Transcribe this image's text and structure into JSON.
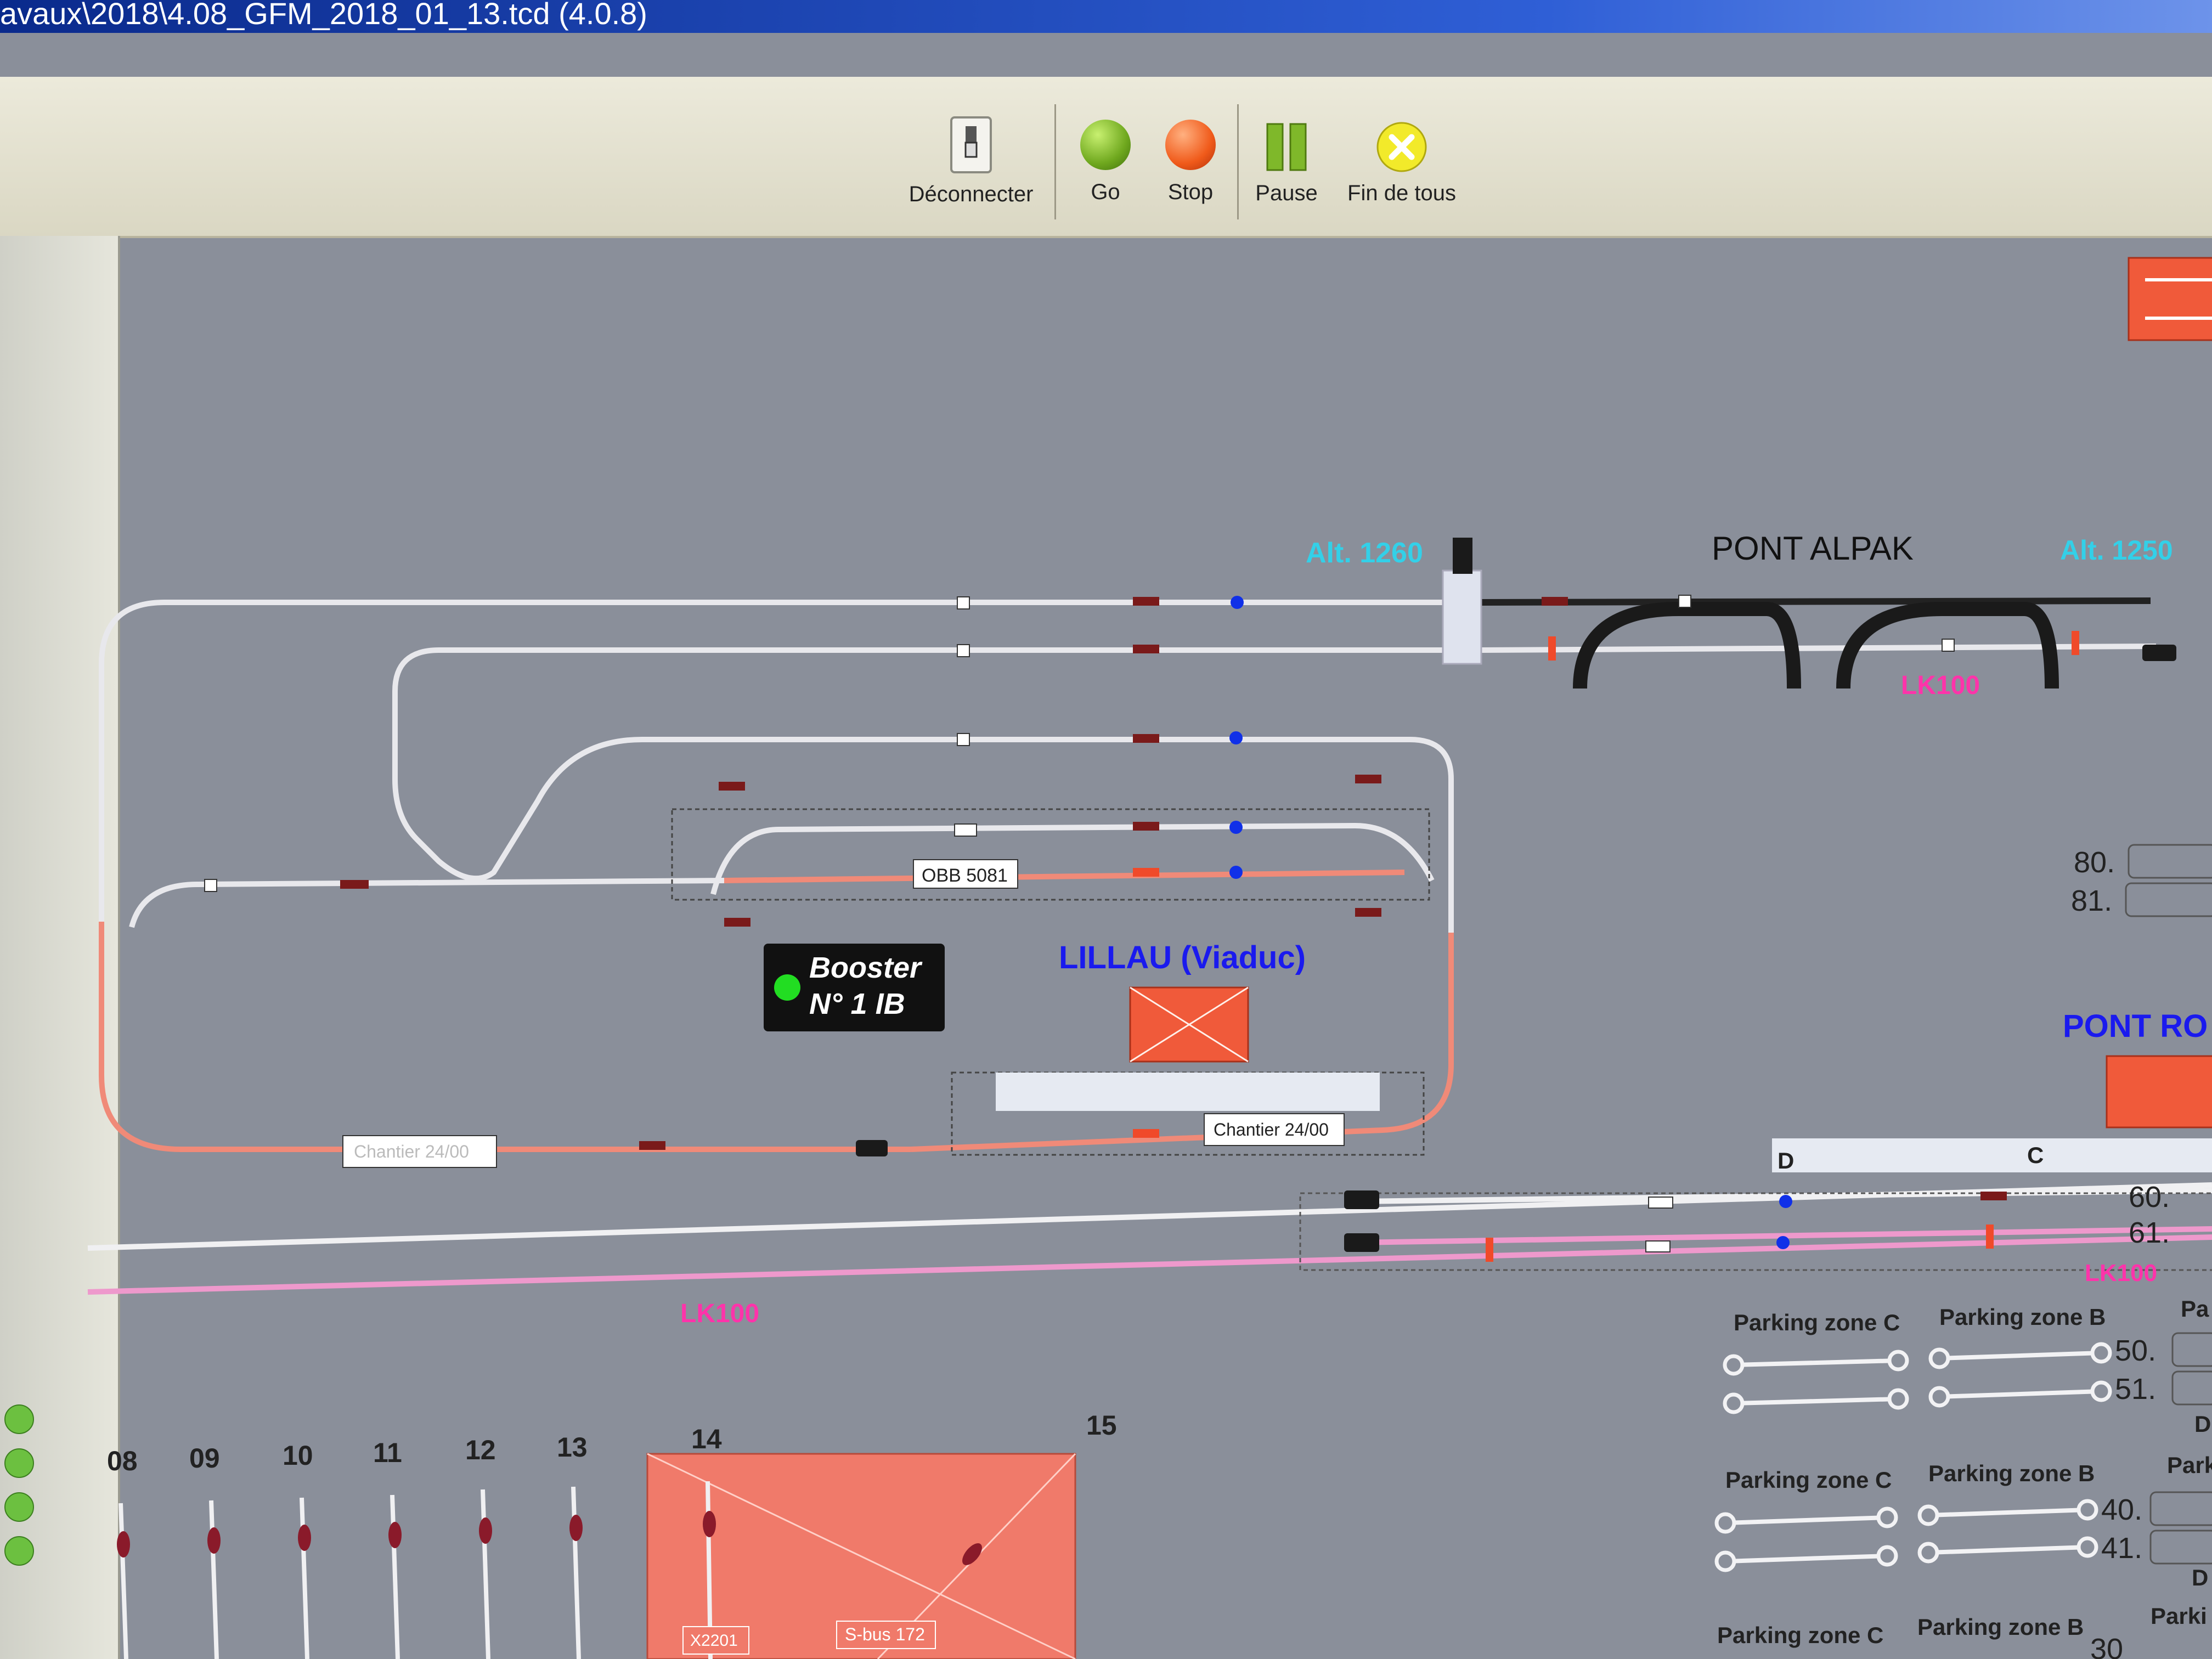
{
  "window": {
    "title": "avaux\\2018\\4.08_GFM_2018_01_13.tcd (4.0.8)"
  },
  "toolbar": {
    "disconnect_label": "Déconnecter",
    "go_label": "Go",
    "stop_label": "Stop",
    "pause_label": "Pause",
    "end_all_label": "Fin de tous"
  },
  "layout": {
    "alt_left": "Alt. 1260",
    "alt_right": "Alt. 1250",
    "pont_alpak": "PONT ALPAK",
    "lk100_bridge": "LK100",
    "lk100_lower_right": "LK100",
    "lk100_lower_left": "LK100",
    "obb_label": "OBB 5081",
    "booster_line1": "Booster",
    "booster_line2": "N° 1 IB",
    "station_name": "LILLAU (Viaduc)",
    "chantier_left": "Chantier 24/00",
    "chantier_right": "Chantier 24/00",
    "pont_right": "PONT RO",
    "zone_d": "D",
    "zone_c": "C",
    "track_80": "80.",
    "track_81": "81.",
    "track_60": "60.",
    "track_61": "61.",
    "track_50": "50.",
    "track_51": "51.",
    "track_40": "40.",
    "track_41": "41.",
    "track_30": "30",
    "parking_c1": "Parking zone C",
    "parking_b1": "Parking zone B",
    "parking_p1": "Pa",
    "parking_c2": "Parking zone C",
    "parking_b2": "Parking zone B",
    "parking_p2": "Park",
    "parking_c3": "Parking zone C",
    "parking_b3": "Parking zone B",
    "parking_p3": "Parki",
    "edge_d1": "D",
    "edge_d2": "D",
    "siding_numbers": [
      "08",
      "09",
      "10",
      "11",
      "12",
      "13",
      "14",
      "15"
    ],
    "block_x2201": "X2201",
    "block_sbus": "S-bus 172"
  },
  "colors": {
    "background": "#8a8f9a",
    "track": "#e8e8ec",
    "track_occupied": "#f08a78",
    "lk100": "#ff33aa",
    "alt": "#33d0e8",
    "station": "#1a1aee",
    "block_red": "#f05a3a"
  }
}
